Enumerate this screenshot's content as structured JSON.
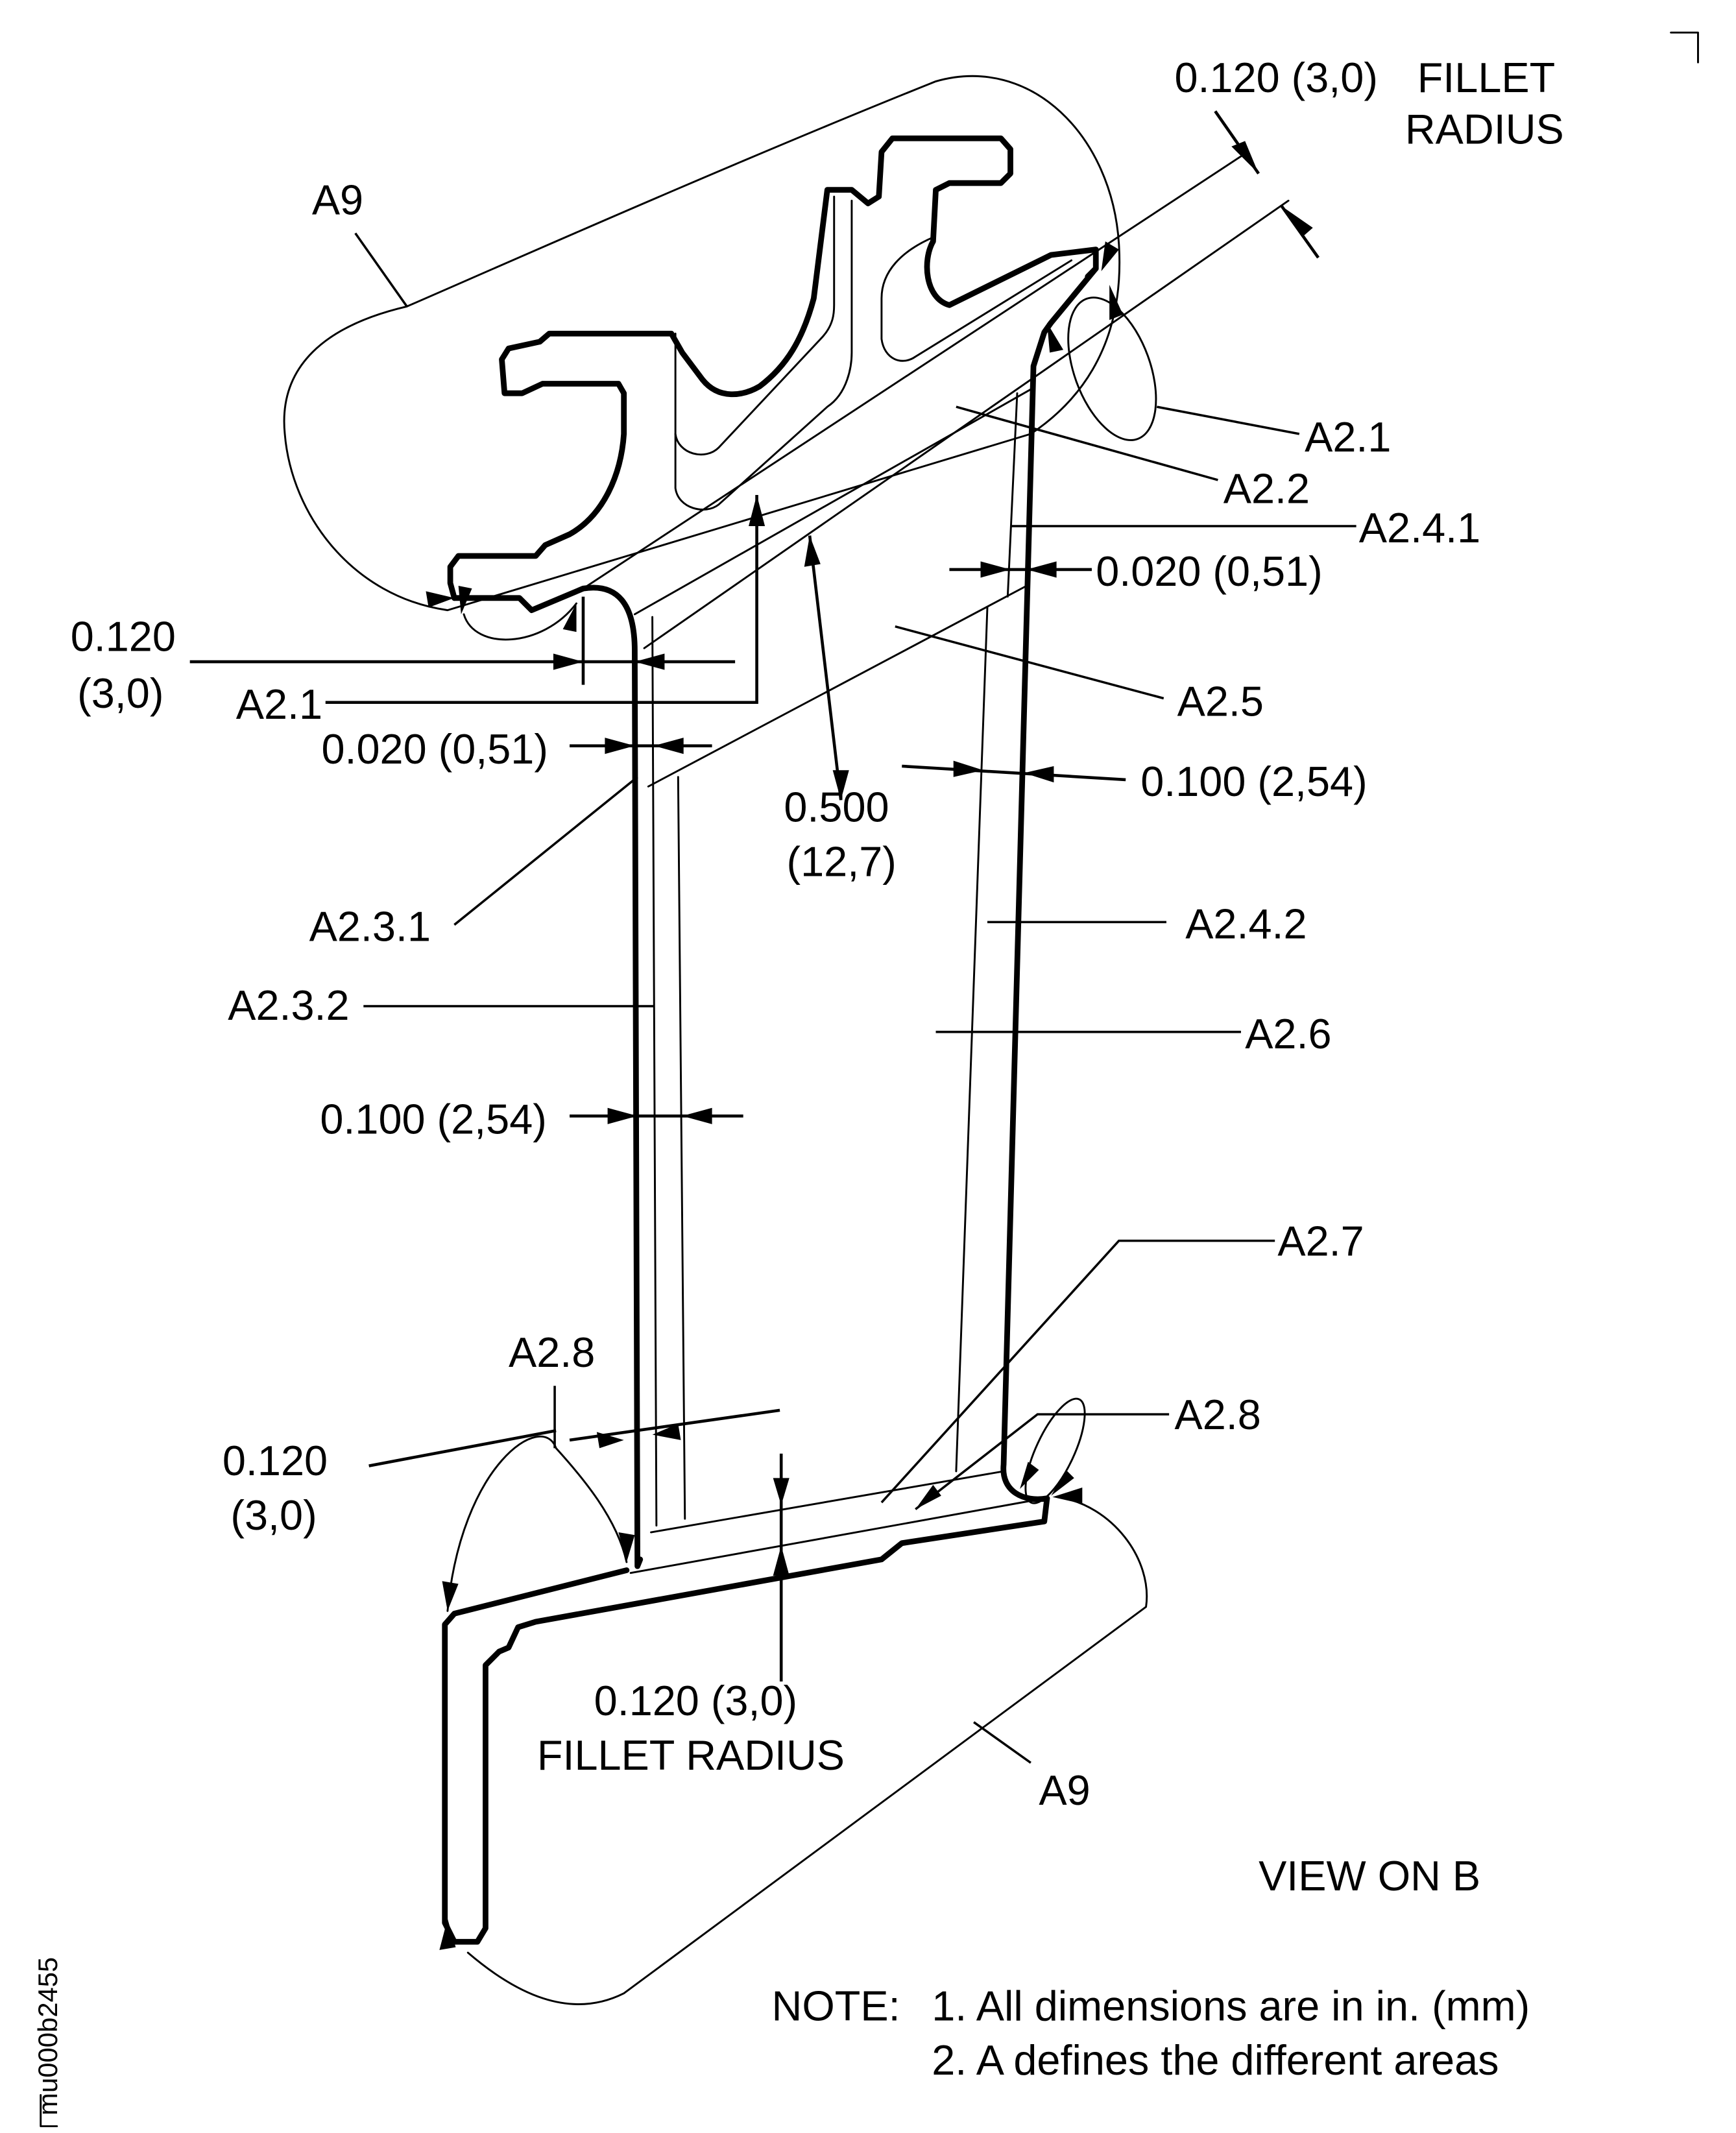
{
  "drawing": {
    "id_code": "mu000b2455",
    "view_title": "VIEW ON B",
    "notes": {
      "prefix": "NOTE:",
      "items": [
        "1. All dimensions are in in. (mm)",
        "2. A defines the different areas"
      ]
    },
    "area_labels": {
      "a9_top": "A9",
      "a9_bottom": "A9",
      "a2_1_right": "A2.1",
      "a2_1_left": "A2.1",
      "a2_2": "A2.2",
      "a2_4_1": "A2.4.1",
      "a2_5": "A2.5",
      "a2_3_1": "A2.3.1",
      "a2_3_2": "A2.3.2",
      "a2_4_2": "A2.4.2",
      "a2_6": "A2.6",
      "a2_7": "A2.7",
      "a2_8_left": "A2.8",
      "a2_8_right": "A2.8"
    },
    "dimensions": {
      "top_fillet_value": "0.120 (3,0)",
      "top_fillet_word1": "FILLET",
      "top_fillet_word2": "RADIUS",
      "left_top_in": "0.120",
      "left_top_mm": "(3,0)",
      "left_020": "0.020 (0,51)",
      "right_020": "0.020 (0,51)",
      "right_100": "0.100 (2,54)",
      "center_500_in": "0.500",
      "center_500_mm": "(12,7)",
      "left_100": "0.100 (2,54)",
      "left_bottom_in": "0.120",
      "left_bottom_mm": "(3,0)",
      "bottom_fillet_value": "0.120 (3,0)",
      "bottom_fillet_words": "FILLET RADIUS"
    }
  }
}
